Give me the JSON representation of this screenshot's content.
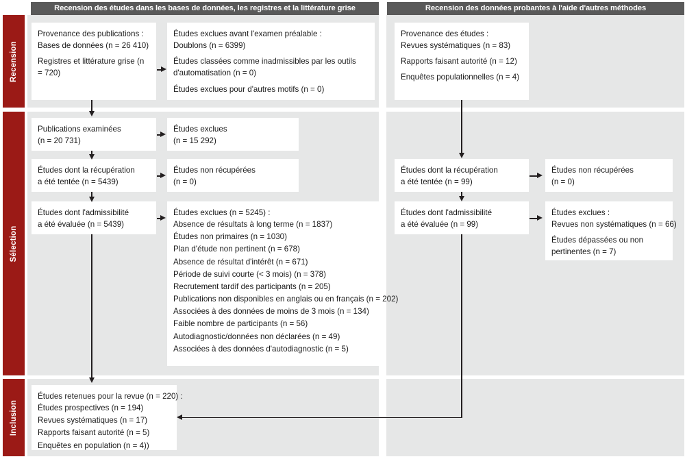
{
  "headers": {
    "left": "Recension des études dans les bases de données, les registres et la littérature grise",
    "right": "Recension des données probantes à l'aide d'autres méthodes"
  },
  "stages": {
    "identification": "Recension",
    "screening": "Sélection",
    "inclusion": "Inclusion"
  },
  "identification": {
    "sources": {
      "heading": "Provenance des publications :",
      "items": [
        "Bases de données (n = 26 410)",
        "Registres et littérature grise (n = 720)"
      ]
    },
    "pre_excluded": {
      "heading": "Études exclues avant l'examen préalable :",
      "items": [
        "Doublons (n = 6399)",
        "Études classées comme inadmissibles par les outils d'automatisation (n = 0)",
        "Études exclues pour d'autres motifs (n = 0)"
      ]
    },
    "other_sources": {
      "heading": "Provenance des études :",
      "items": [
        "Revues systématiques (n = 83)",
        "Rapports faisant autorité (n = 12)",
        "Enquêtes populationnelles (n = 4)"
      ]
    }
  },
  "screening": {
    "records_screened": [
      "Publications examinées",
      "(n = 20 731)"
    ],
    "records_excluded": [
      "Études exclues",
      "(n = 15 292)"
    ],
    "retrieval_sought": [
      "Études dont la récupération",
      "a été tentée (n = 5439)"
    ],
    "not_retrieved": [
      "Études non récupérées",
      "(n = 0)"
    ],
    "eligibility_assessed": [
      "Études dont l'admissibilité",
      "a été évaluée (n = 5439)"
    ],
    "excluded_detail": {
      "heading": "Études exclues (n = 5245) :",
      "items": [
        "Absence de résultats à long terme (n = 1837)",
        "Études non primaires (n = 1030)",
        "Plan d'étude non pertinent (n = 678)",
        "Absence de résultat d'intérêt (n = 671)",
        "Période de suivi courte (< 3 mois) (n = 378)",
        "Recrutement tardif des participants (n = 205)",
        "Publications non disponibles en anglais ou en français (n = 202)",
        "Associées à des données de moins de 3 mois (n = 134)",
        "Faible nombre de participants (n = 56)",
        "Autodiagnostic/données non déclarées (n = 49)",
        "Associées à des données d'autodiagnostic (n = 5)"
      ]
    },
    "right_retrieval_sought": [
      "Études dont la récupération",
      "a été tentée (n = 99)"
    ],
    "right_not_retrieved": [
      "Études non récupérées",
      "(n = 0)"
    ],
    "right_eligibility_assessed": [
      "Études dont l'admissibilité",
      "a été évaluée (n = 99)"
    ],
    "right_excluded": {
      "heading": "Études exclues :",
      "items": [
        "Revues non systématiques (n = 66)",
        "Études dépassées ou non pertinentes (n = 7)"
      ]
    }
  },
  "inclusion": {
    "heading": "Études retenues pour la revue (n = 220) :",
    "items": [
      "Études prospectives (n = 194)",
      "Revues systématiques (n = 17)",
      "Rapports faisant autorité (n = 5)",
      "Enquêtes en population (n = 4))"
    ]
  },
  "colors": {
    "stage_bar": "#9B1A16",
    "header_bar": "#595959",
    "panel": "#e6e7e7",
    "box": "#ffffff",
    "connector": "#231f20"
  }
}
